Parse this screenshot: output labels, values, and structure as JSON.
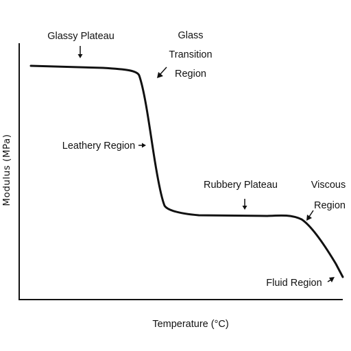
{
  "axes": {
    "xlabel": "Temperature (°C)",
    "ylabel": "Modulus (MPa)"
  },
  "regions": {
    "glassy_plateau": "Glassy Plateau",
    "glass_transition": [
      "Glass",
      "Transition",
      "Region"
    ],
    "leathery": "Leathery Region",
    "rubbery_plateau": "Rubbery Plateau",
    "viscous": [
      "Viscous",
      "Region"
    ],
    "fluid": "Fluid Region"
  },
  "colors": {
    "ink": "#111111",
    "background": "#ffffff"
  }
}
